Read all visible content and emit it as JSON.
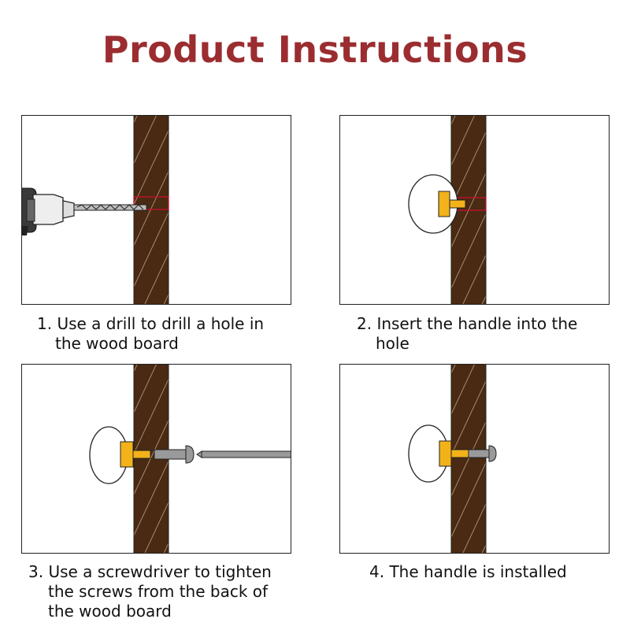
{
  "title": "Product Instructions",
  "colors": {
    "title": "#9b2d30",
    "wood": "#4a2a12",
    "hatch": "#c9b39b",
    "handle_base": "#f3b21a",
    "screw": "#9a9a9a",
    "hole": "#c8102e"
  },
  "steps": [
    {
      "line1": "1. Use a drill to drill a hole in",
      "line2": "the wood board",
      "line3": ""
    },
    {
      "line1": "2. Insert the handle into the",
      "line2": "hole",
      "line3": ""
    },
    {
      "line1": "3. Use a screwdriver to tighten",
      "line2": "the screws from the back of",
      "line3": "the wood board"
    },
    {
      "line1": "4. The handle is installed",
      "line2": "",
      "line3": ""
    }
  ]
}
